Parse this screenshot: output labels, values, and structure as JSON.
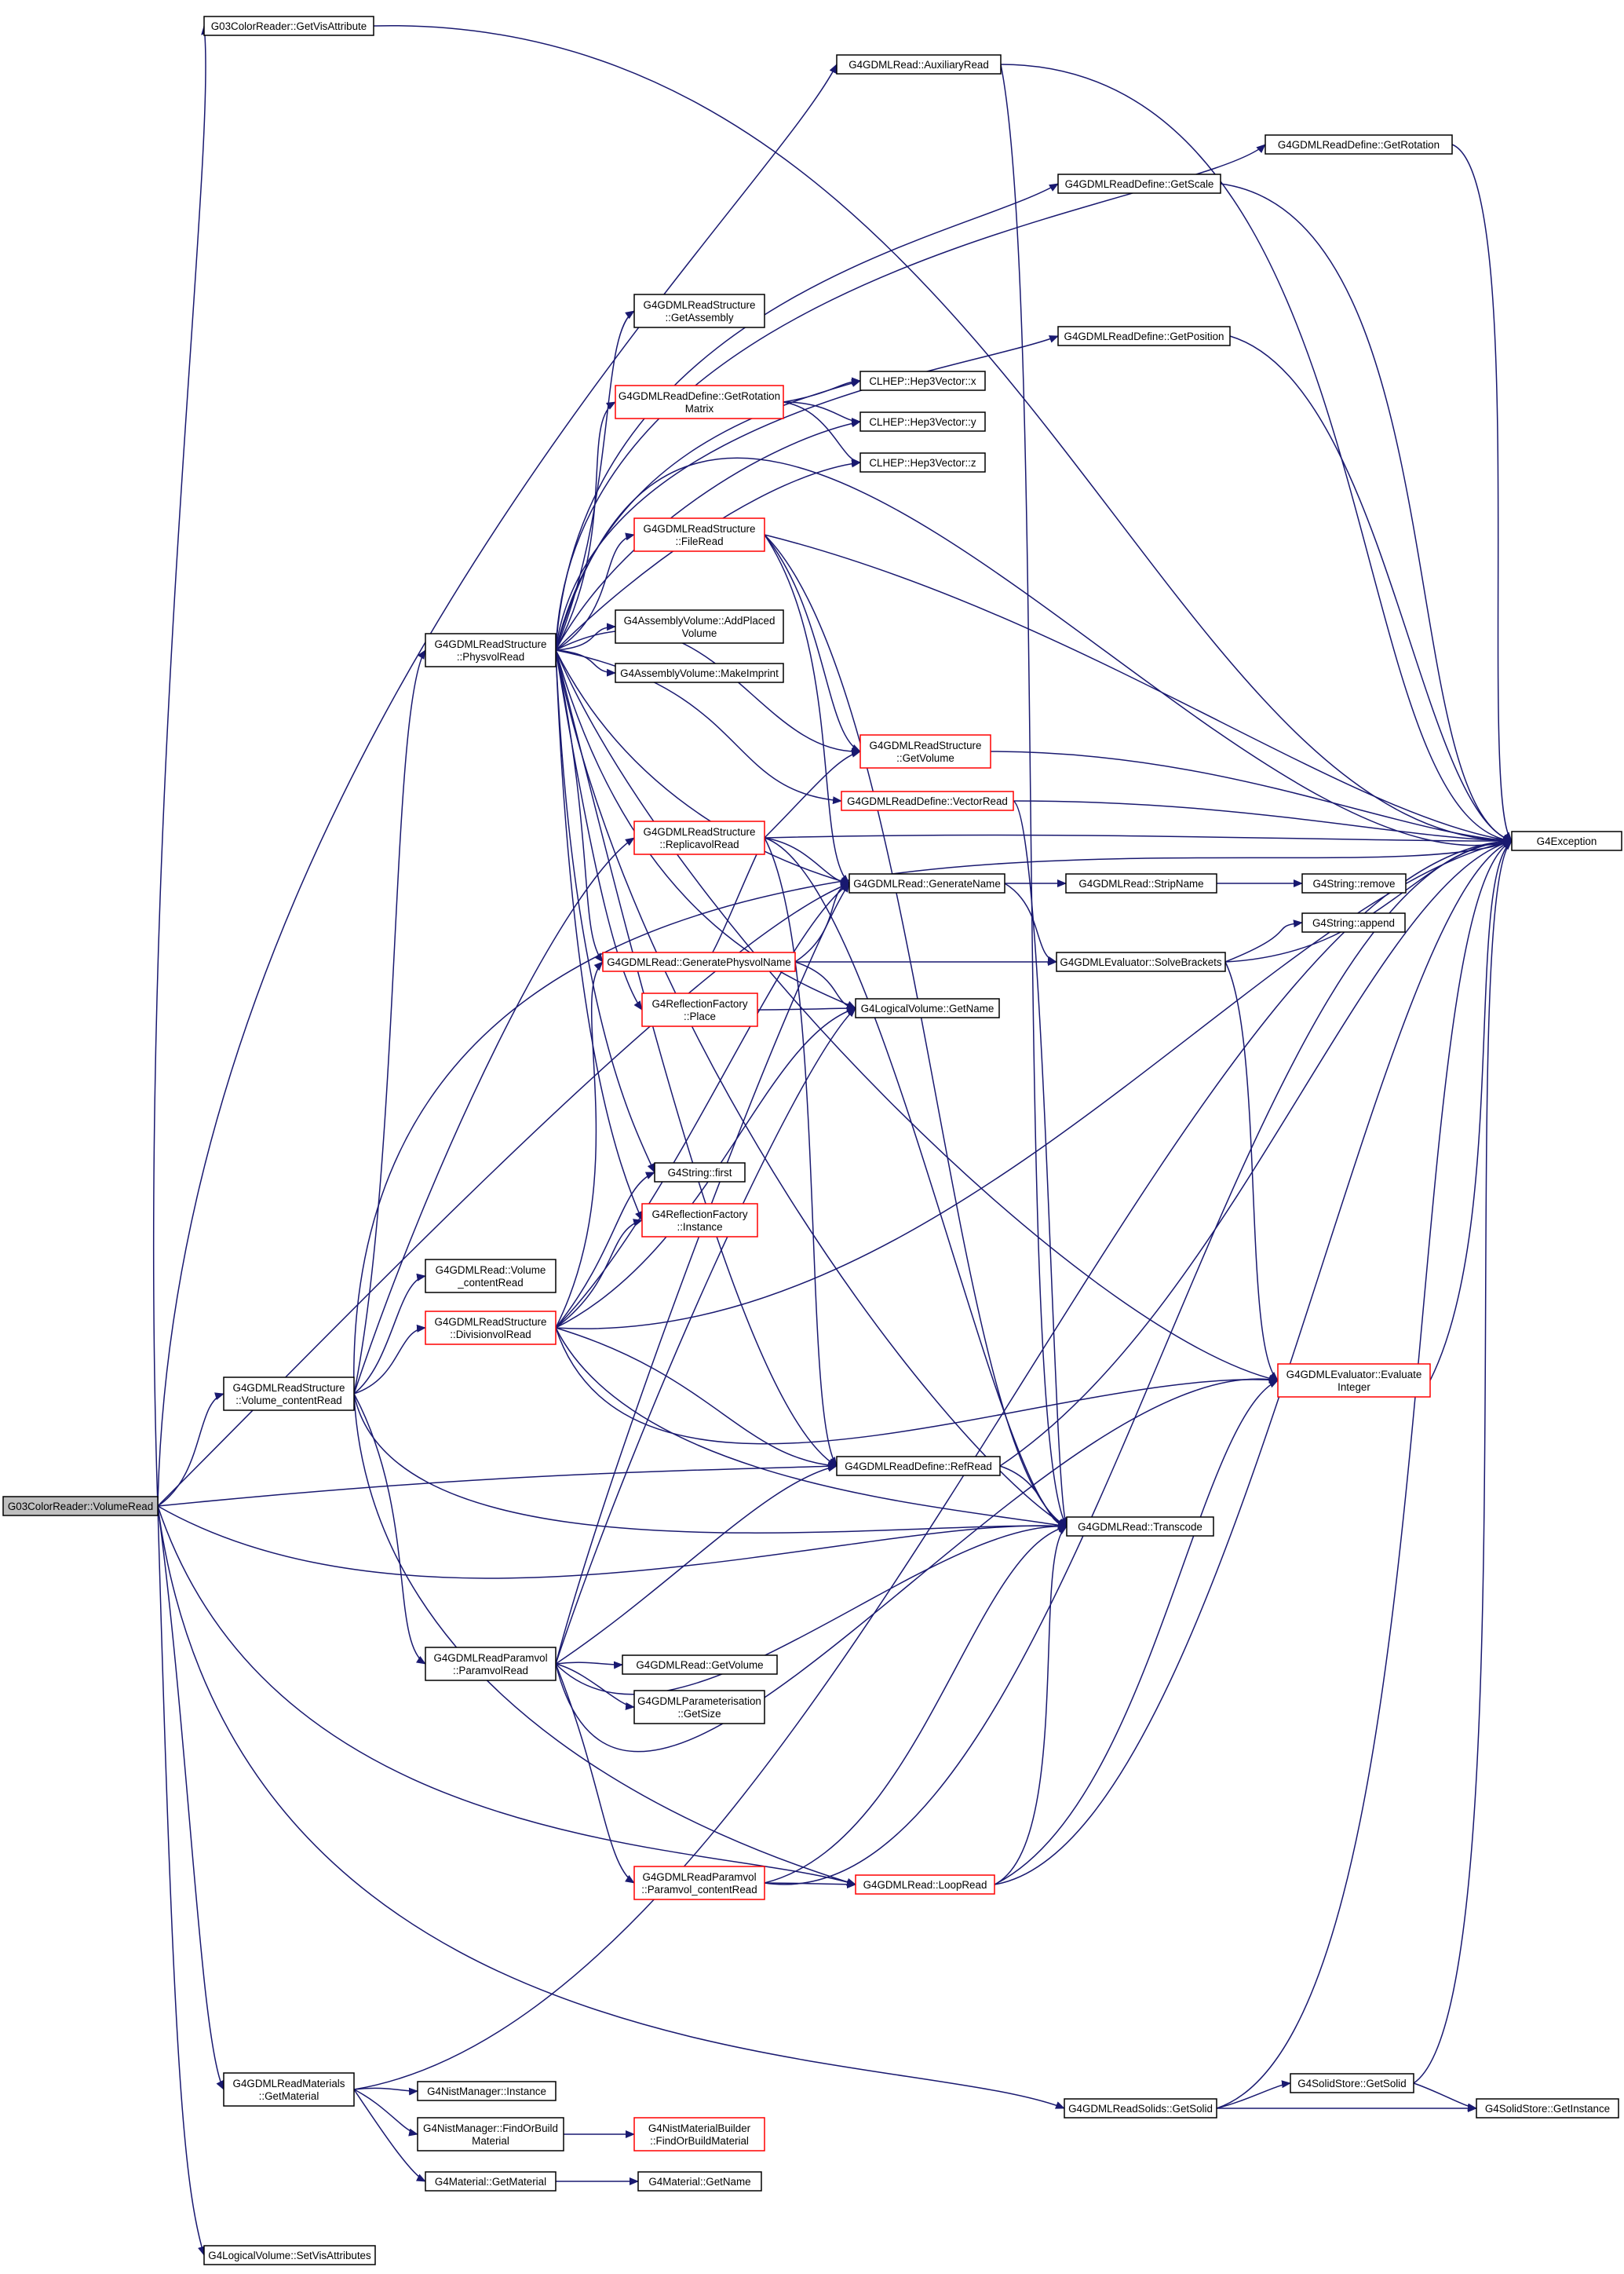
{
  "colors": {
    "edge": "#191970",
    "node_border": "#000000",
    "node_border_truncated": "#ff0000",
    "root_fill": "#bfbfbf"
  },
  "nodes": [
    {
      "id": "root",
      "lines": [
        "G03ColorReader::VolumeRead"
      ],
      "style": "root"
    },
    {
      "id": "getvisattr",
      "lines": [
        "G03ColorReader::GetVisAttribute"
      ],
      "style": "plain"
    },
    {
      "id": "auxread",
      "lines": [
        "G4GDMLRead::AuxiliaryRead"
      ],
      "style": "plain"
    },
    {
      "id": "getrotation",
      "lines": [
        "G4GDMLReadDefine::GetRotation"
      ],
      "style": "plain"
    },
    {
      "id": "getscale",
      "lines": [
        "G4GDMLReadDefine::GetScale"
      ],
      "style": "plain"
    },
    {
      "id": "getassembly",
      "lines": [
        "G4GDMLReadStructure",
        "::GetAssembly"
      ],
      "style": "plain"
    },
    {
      "id": "getposition",
      "lines": [
        "G4GDMLReadDefine::GetPosition"
      ],
      "style": "plain"
    },
    {
      "id": "getrotmatrix",
      "lines": [
        "G4GDMLReadDefine::GetRotation",
        "Matrix"
      ],
      "style": "red"
    },
    {
      "id": "hepx",
      "lines": [
        "CLHEP::Hep3Vector::x"
      ],
      "style": "plain"
    },
    {
      "id": "hepy",
      "lines": [
        "CLHEP::Hep3Vector::y"
      ],
      "style": "plain"
    },
    {
      "id": "hepz",
      "lines": [
        "CLHEP::Hep3Vector::z"
      ],
      "style": "plain"
    },
    {
      "id": "fileread",
      "lines": [
        "G4GDMLReadStructure",
        "::FileRead"
      ],
      "style": "red"
    },
    {
      "id": "physvolread",
      "lines": [
        "G4GDMLReadStructure",
        "::PhysvolRead"
      ],
      "style": "plain"
    },
    {
      "id": "addplaced",
      "lines": [
        "G4AssemblyVolume::AddPlaced",
        "Volume"
      ],
      "style": "plain"
    },
    {
      "id": "makeimprint",
      "lines": [
        "G4AssemblyVolume::MakeImprint"
      ],
      "style": "plain"
    },
    {
      "id": "getvolume_s",
      "lines": [
        "G4GDMLReadStructure",
        "::GetVolume"
      ],
      "style": "red"
    },
    {
      "id": "vectorread",
      "lines": [
        "G4GDMLReadDefine::VectorRead"
      ],
      "style": "red"
    },
    {
      "id": "g4exception",
      "lines": [
        "G4Exception"
      ],
      "style": "plain"
    },
    {
      "id": "replicavol",
      "lines": [
        "G4GDMLReadStructure",
        "::ReplicavolRead"
      ],
      "style": "red"
    },
    {
      "id": "genname",
      "lines": [
        "G4GDMLRead::GenerateName"
      ],
      "style": "plain"
    },
    {
      "id": "stripname",
      "lines": [
        "G4GDMLRead::StripName"
      ],
      "style": "plain"
    },
    {
      "id": "strremove",
      "lines": [
        "G4String::remove"
      ],
      "style": "plain"
    },
    {
      "id": "strappend",
      "lines": [
        "G4String::append"
      ],
      "style": "plain"
    },
    {
      "id": "genphysvol",
      "lines": [
        "G4GDMLRead::GeneratePhysvolName"
      ],
      "style": "red"
    },
    {
      "id": "solvebrackets",
      "lines": [
        "G4GDMLEvaluator::SolveBrackets"
      ],
      "style": "plain"
    },
    {
      "id": "reflplace",
      "lines": [
        "G4ReflectionFactory",
        "::Place"
      ],
      "style": "red"
    },
    {
      "id": "lvgetname",
      "lines": [
        "G4LogicalVolume::GetName"
      ],
      "style": "plain"
    },
    {
      "id": "strfirst",
      "lines": [
        "G4String::first"
      ],
      "style": "plain"
    },
    {
      "id": "reflinstance",
      "lines": [
        "G4ReflectionFactory",
        "::Instance"
      ],
      "style": "red"
    },
    {
      "id": "volcontent",
      "lines": [
        "G4GDMLRead::Volume",
        "_contentRead"
      ],
      "style": "plain"
    },
    {
      "id": "divisionvol",
      "lines": [
        "G4GDMLReadStructure",
        "::DivisionvolRead"
      ],
      "style": "red"
    },
    {
      "id": "evalint",
      "lines": [
        "G4GDMLEvaluator::Evaluate",
        "Integer"
      ],
      "style": "red"
    },
    {
      "id": "volcontent_s",
      "lines": [
        "G4GDMLReadStructure",
        "::Volume_contentRead"
      ],
      "style": "plain"
    },
    {
      "id": "refread",
      "lines": [
        "G4GDMLReadDefine::RefRead"
      ],
      "style": "plain"
    },
    {
      "id": "transcode",
      "lines": [
        "G4GDMLRead::Transcode"
      ],
      "style": "plain"
    },
    {
      "id": "paramvolread",
      "lines": [
        "G4GDMLReadParamvol",
        "::ParamvolRead"
      ],
      "style": "plain"
    },
    {
      "id": "getvolume_r",
      "lines": [
        "G4GDMLRead::GetVolume"
      ],
      "style": "plain"
    },
    {
      "id": "paramgetsize",
      "lines": [
        "G4GDMLParameterisation",
        "::GetSize"
      ],
      "style": "plain"
    },
    {
      "id": "paramcontent",
      "lines": [
        "G4GDMLReadParamvol",
        "::Paramvol_contentRead"
      ],
      "style": "red"
    },
    {
      "id": "loopread",
      "lines": [
        "G4GDMLRead::LoopRead"
      ],
      "style": "red"
    },
    {
      "id": "getmaterial",
      "lines": [
        "G4GDMLReadMaterials",
        "::GetMaterial"
      ],
      "style": "plain"
    },
    {
      "id": "nistinstance",
      "lines": [
        "G4NistManager::Instance"
      ],
      "style": "plain"
    },
    {
      "id": "nistfind",
      "lines": [
        "G4NistManager::FindOrBuild",
        "Material"
      ],
      "style": "plain"
    },
    {
      "id": "nistbuilder",
      "lines": [
        "G4NistMaterialBuilder",
        "::FindOrBuildMaterial"
      ],
      "style": "red"
    },
    {
      "id": "matgetmat",
      "lines": [
        "G4Material::GetMaterial"
      ],
      "style": "plain"
    },
    {
      "id": "matgetname",
      "lines": [
        "G4Material::GetName"
      ],
      "style": "plain"
    },
    {
      "id": "getsolid",
      "lines": [
        "G4GDMLReadSolids::GetSolid"
      ],
      "style": "plain"
    },
    {
      "id": "ssgetsolid",
      "lines": [
        "G4SolidStore::GetSolid"
      ],
      "style": "plain"
    },
    {
      "id": "ssinstance",
      "lines": [
        "G4SolidStore::GetInstance"
      ],
      "style": "plain"
    },
    {
      "id": "setvisattr",
      "lines": [
        "G4LogicalVolume::SetVisAttributes"
      ],
      "style": "plain"
    }
  ]
}
